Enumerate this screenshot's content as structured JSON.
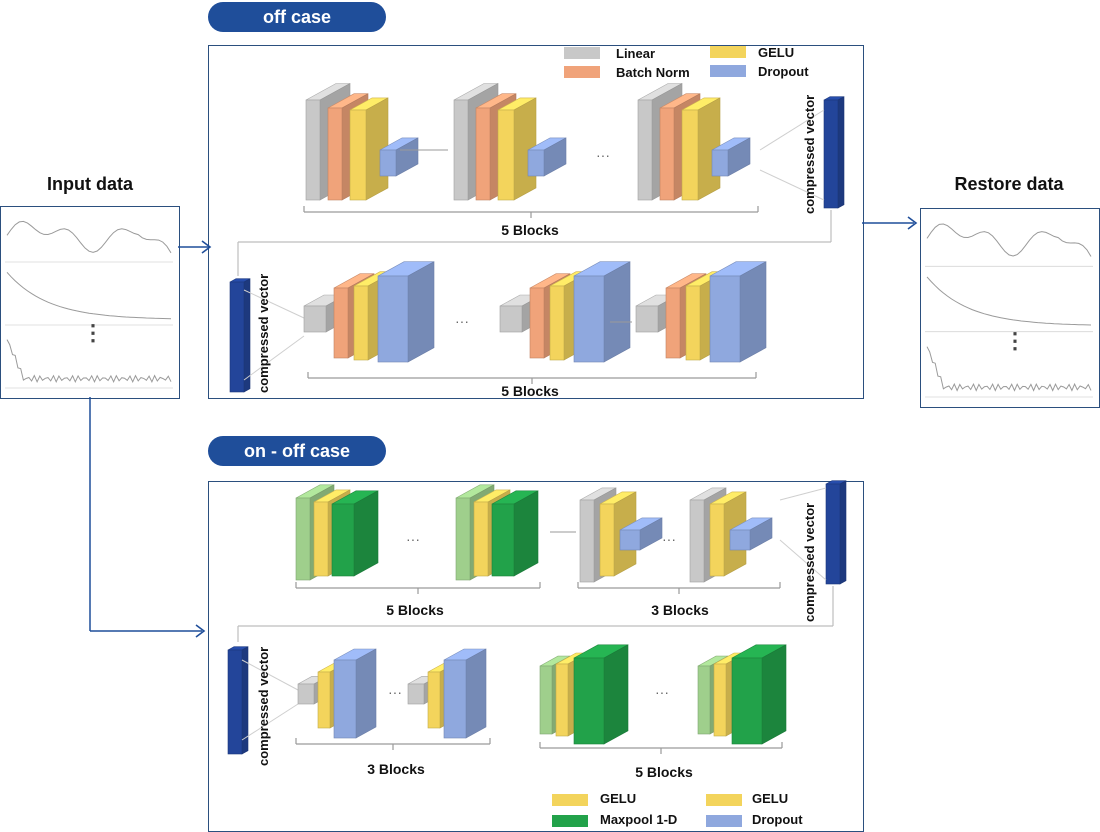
{
  "titles": {
    "off_case": "off case",
    "on_off_case": "on - off case",
    "input": "Input data",
    "restore": "Restore data"
  },
  "labels": {
    "five_blocks": "5 Blocks",
    "three_blocks": "3 Blocks",
    "compressed_vector": "compressed vector",
    "ellipsis": "···",
    "vertical_dots": "⋮"
  },
  "legend_top": [
    {
      "label": "Linear",
      "color": "#c8c8c8"
    },
    {
      "label": "Batch Norm",
      "color": "#f0a37a"
    },
    {
      "label": "GELU",
      "color": "#f3d45c"
    },
    {
      "label": "Dropout",
      "color": "#8fa8de"
    }
  ],
  "legend_bottom": [
    {
      "label": "GELU",
      "color": "#f3d45c"
    },
    {
      "label": "Maxpool 1-D",
      "color": "#22a24a"
    },
    {
      "label": "GELU",
      "color": "#f3d45c"
    },
    {
      "label": "Dropout",
      "color": "#8fa8de"
    }
  ],
  "colors": {
    "accent": "#1f4e9a",
    "border": "#2b4f7e",
    "linear": "#c8c8c8",
    "batchnorm": "#f0a37a",
    "gelu": "#f3d45c",
    "dropout": "#8fa8de",
    "maxpool": "#22a24a",
    "green_light": "#9fcf8c",
    "vector": "#23459a"
  }
}
